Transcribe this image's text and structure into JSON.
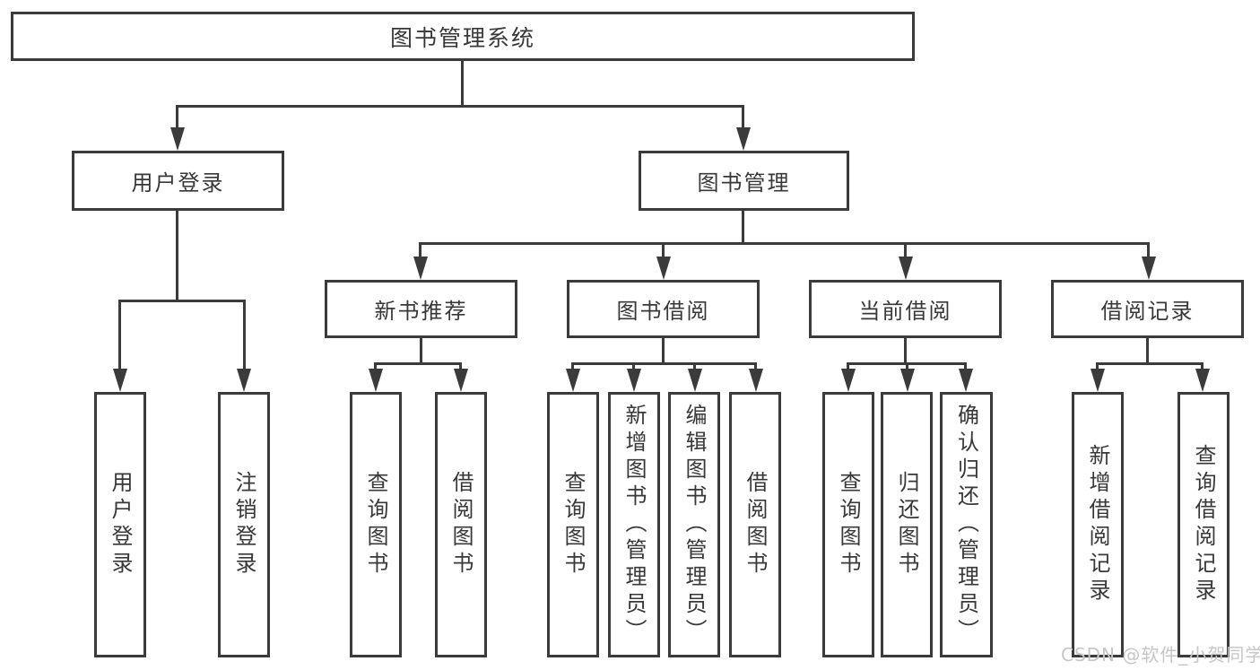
{
  "diagram": {
    "title": "图书管理系统",
    "colors": {
      "line": "#3b3b3b",
      "text": "#383838",
      "watermark": "#c6c6c6",
      "background": "#ffffff"
    },
    "root": {
      "label": "图书管理系统"
    },
    "level2": {
      "user_login": {
        "label": "用户登录"
      },
      "book_mgmt": {
        "label": "图书管理"
      }
    },
    "level3": {
      "new_books": {
        "label": "新书推荐"
      },
      "book_borrow": {
        "label": "图书借阅"
      },
      "current_borrow": {
        "label": "当前借阅"
      },
      "borrow_records": {
        "label": "借阅记录"
      }
    },
    "leaves": {
      "ul_login": {
        "label": "用户登录"
      },
      "ul_logout": {
        "label": "注销登录"
      },
      "nb_query": {
        "label": "查询图书"
      },
      "nb_borrow": {
        "label": "借阅图书"
      },
      "bb_query": {
        "label": "查询图书"
      },
      "bb_add": {
        "label": "新增图书（管理员）"
      },
      "bb_edit": {
        "label": "编辑图书（管理员）"
      },
      "bb_borrow": {
        "label": "借阅图书"
      },
      "cb_query": {
        "label": "查询图书"
      },
      "cb_return": {
        "label": "归还图书"
      },
      "cb_confirm": {
        "label": "确认归还（管理员）"
      },
      "br_add": {
        "label": "新增借阅记录"
      },
      "br_query": {
        "label": "查询借阅记录"
      }
    },
    "watermark": {
      "text": "CSDN @软件_小贺同学"
    }
  }
}
